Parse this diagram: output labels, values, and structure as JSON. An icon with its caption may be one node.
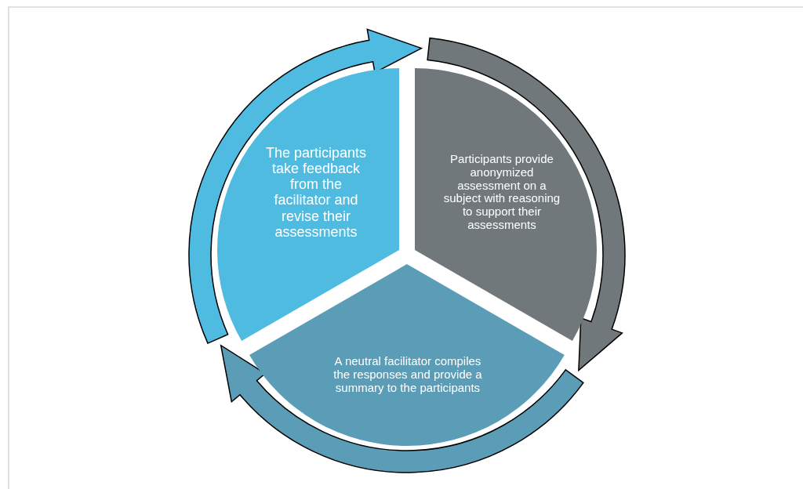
{
  "diagram": {
    "nodes": [
      {
        "text": [
          "The participants take feedback from the facilitator and revise their assessments"
        ]
      },
      {
        "text": [
          "Participants provide anonymized assessment on a subject with reasoning to support their assessments"
        ]
      },
      {
        "text": [
          "A neutral facilitator compiles the responses and provide a summary to the participants"
        ]
      }
    ],
    "edges": [
      {
        "from": 0,
        "to": 1,
        "arrow": "to",
        "color": "#4fbbe0"
      },
      {
        "from": 1,
        "to": 2,
        "arrow": "to",
        "color": "#71787b"
      },
      {
        "from": 2,
        "to": 0,
        "arrow": "to",
        "color": "#5b9db6"
      }
    ]
  }
}
